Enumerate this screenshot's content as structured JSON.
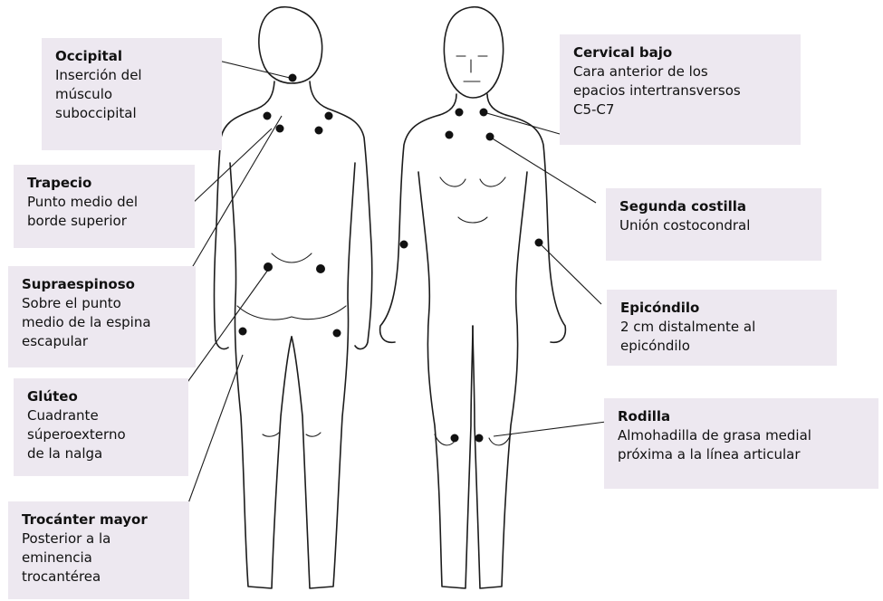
{
  "tender_points": [
    {
      "title": "Occipital",
      "desc": "Inserción del\nmúsculo\nsuboccipital"
    },
    {
      "title": "Trapecio",
      "desc": "Punto medio del\nborde superior"
    },
    {
      "title": "Supraespinoso",
      "desc": "Sobre el punto\nmedio de la espina\nescapular"
    },
    {
      "title": "Glúteo",
      "desc": "Cuadrante\nsúperoexterno\nde la nalga"
    },
    {
      "title": "Trocánter mayor",
      "desc": "Posterior a la\neminencia\ntrocantérea"
    },
    {
      "title": "Cervical bajo",
      "desc": "Cara anterior de los\nepacios intertransversos\nC5-C7"
    },
    {
      "title": "Segunda costilla",
      "desc": "Unión costocondral"
    },
    {
      "title": "Epicóndilo",
      "desc": "2 cm distalmente al\nepicóndilo"
    },
    {
      "title": "Rodilla",
      "desc": "Almohadilla de grasa medial\npróxima a la línea articular"
    }
  ],
  "colors": {
    "label_background": "#ede8f0",
    "marker": "#111111",
    "line": "#1c1c1c"
  }
}
